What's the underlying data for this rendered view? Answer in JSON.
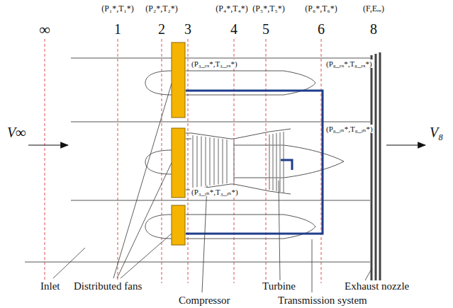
{
  "diagram": {
    "labels": [
      "∞",
      "1",
      "2",
      "3",
      "4",
      "5",
      "6",
      "8",
      "(P₁*,T₁*)",
      "(P₂*,T₂*)",
      "(P₄*,T₄*)",
      "(P₅*,T₅*)",
      "(P₆*,T₆*)",
      "(F,Eᵣₑ)",
      "(P₃_ₑₓ*,T₃_ₑₓ*)",
      "(P₈_ₑₓ*,T₈_ₑₓ*)",
      "(P₈_ᵢₙ*,T₈_ᵢₙ*)",
      "(P₃_ᵢₙ*,T₃_ᵢₙ*)",
      "V∞",
      "V₈",
      "Inlet",
      "Distributed fans",
      "Compressor",
      "Turbine",
      "Transmission system",
      "Exhaust nozzle"
    ]
  }
}
